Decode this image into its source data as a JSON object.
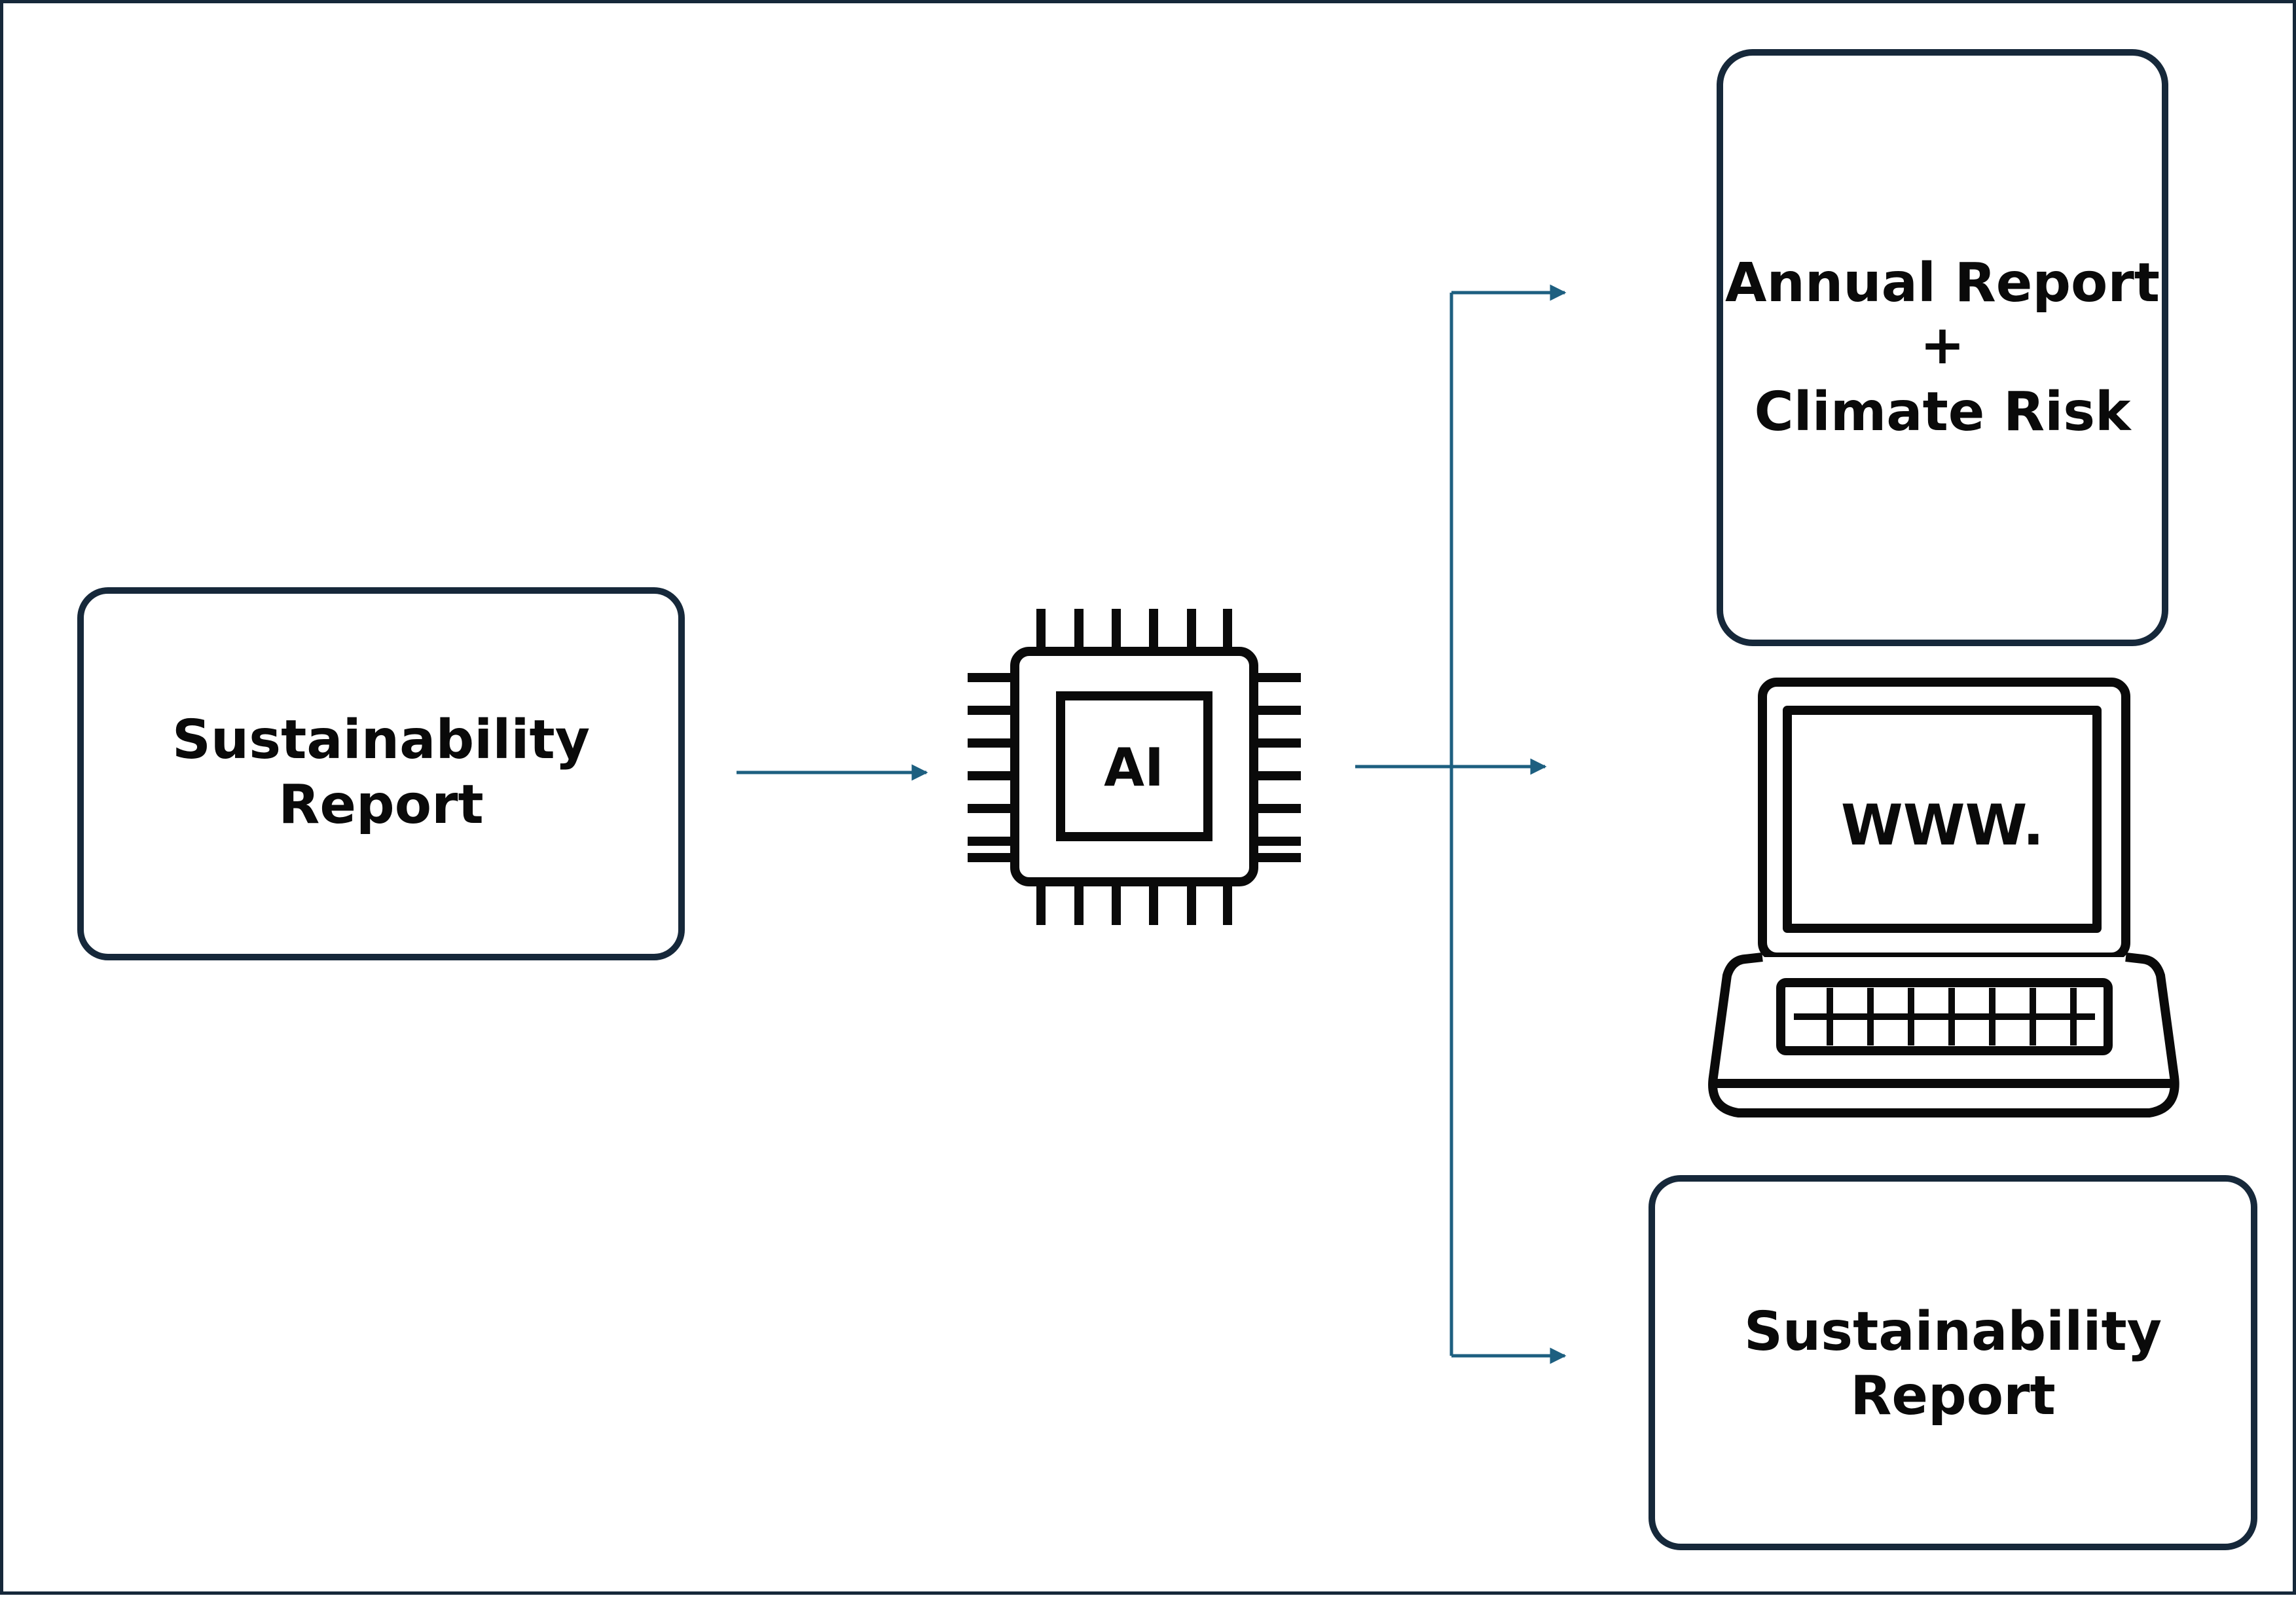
{
  "nodes": {
    "source": {
      "lines": [
        "Sustainability",
        "Report"
      ]
    },
    "ai_chip": {
      "label": "AI",
      "icon": "ai-chip-icon"
    },
    "annual_report": {
      "lines": [
        "Annual Report",
        "+",
        "Climate Risk"
      ]
    },
    "website": {
      "label": "WWW.",
      "icon": "laptop-icon"
    },
    "output_report": {
      "lines": [
        "Sustainability",
        "Report"
      ]
    }
  },
  "colors": {
    "box_border": "#16283a",
    "arrow": "#1d5f80",
    "icon": "#0a0a0a",
    "text": "#0a0a0a"
  }
}
